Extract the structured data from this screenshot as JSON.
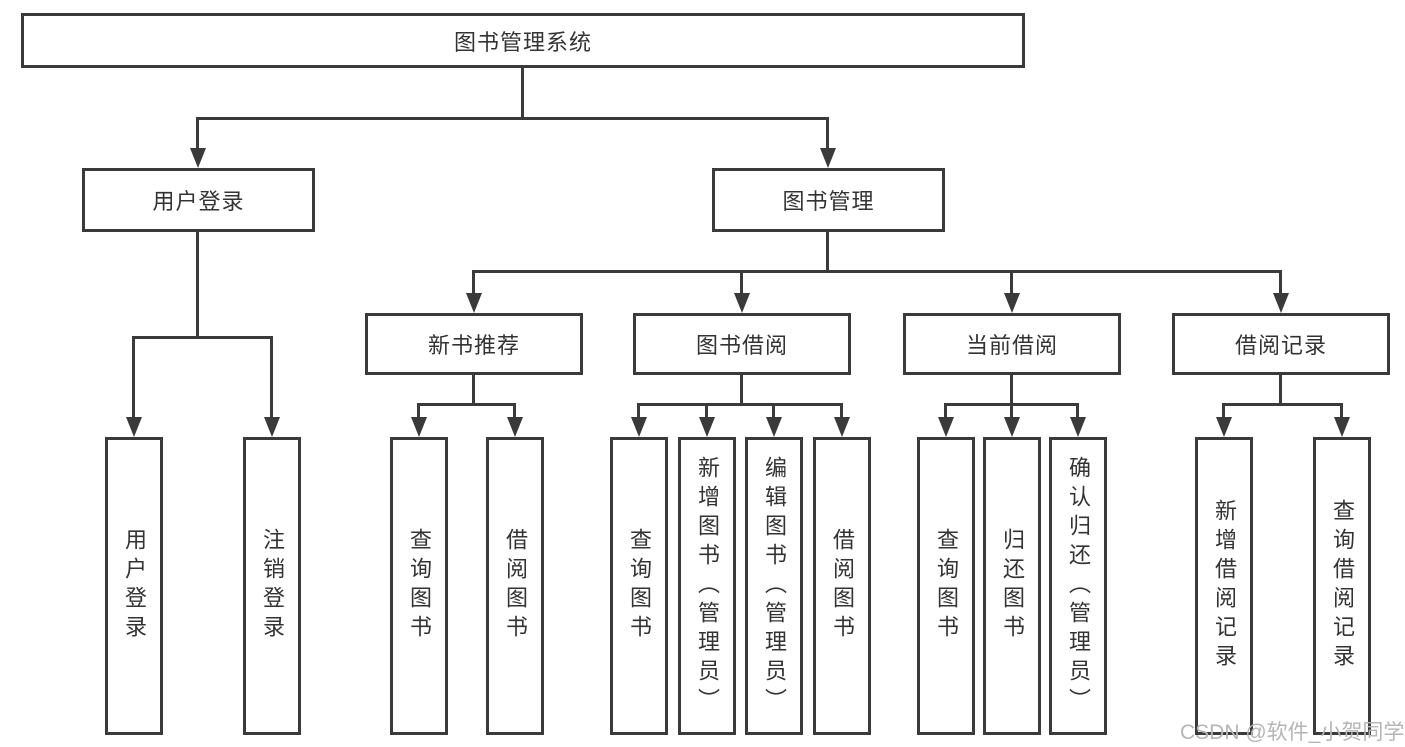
{
  "diagram": {
    "root": {
      "label": "图书管理系统",
      "children": [
        {
          "label": "用户登录",
          "children": [
            {
              "label": "用户登录"
            },
            {
              "label": "注销登录"
            }
          ]
        },
        {
          "label": "图书管理",
          "children": [
            {
              "label": "新书推荐",
              "children": [
                {
                  "label": "查询图书"
                },
                {
                  "label": "借阅图书"
                }
              ]
            },
            {
              "label": "图书借阅",
              "children": [
                {
                  "label": "查询图书"
                },
                {
                  "label": "新增图书（管理员）"
                },
                {
                  "label": "编辑图书（管理员）"
                },
                {
                  "label": "借阅图书"
                }
              ]
            },
            {
              "label": "当前借阅",
              "children": [
                {
                  "label": "查询图书"
                },
                {
                  "label": "归还图书"
                },
                {
                  "label": "确认归还（管理员）"
                }
              ]
            },
            {
              "label": "借阅记录",
              "children": [
                {
                  "label": "新增借阅记录"
                },
                {
                  "label": "查询借阅记录"
                }
              ]
            }
          ]
        }
      ]
    }
  },
  "watermark": {
    "text": "CSDN @软件_小贺同学"
  },
  "colors": {
    "line": "#3a3a3a",
    "text": "#333333",
    "watermark": "#b5b5b5",
    "background": "#ffffff"
  }
}
